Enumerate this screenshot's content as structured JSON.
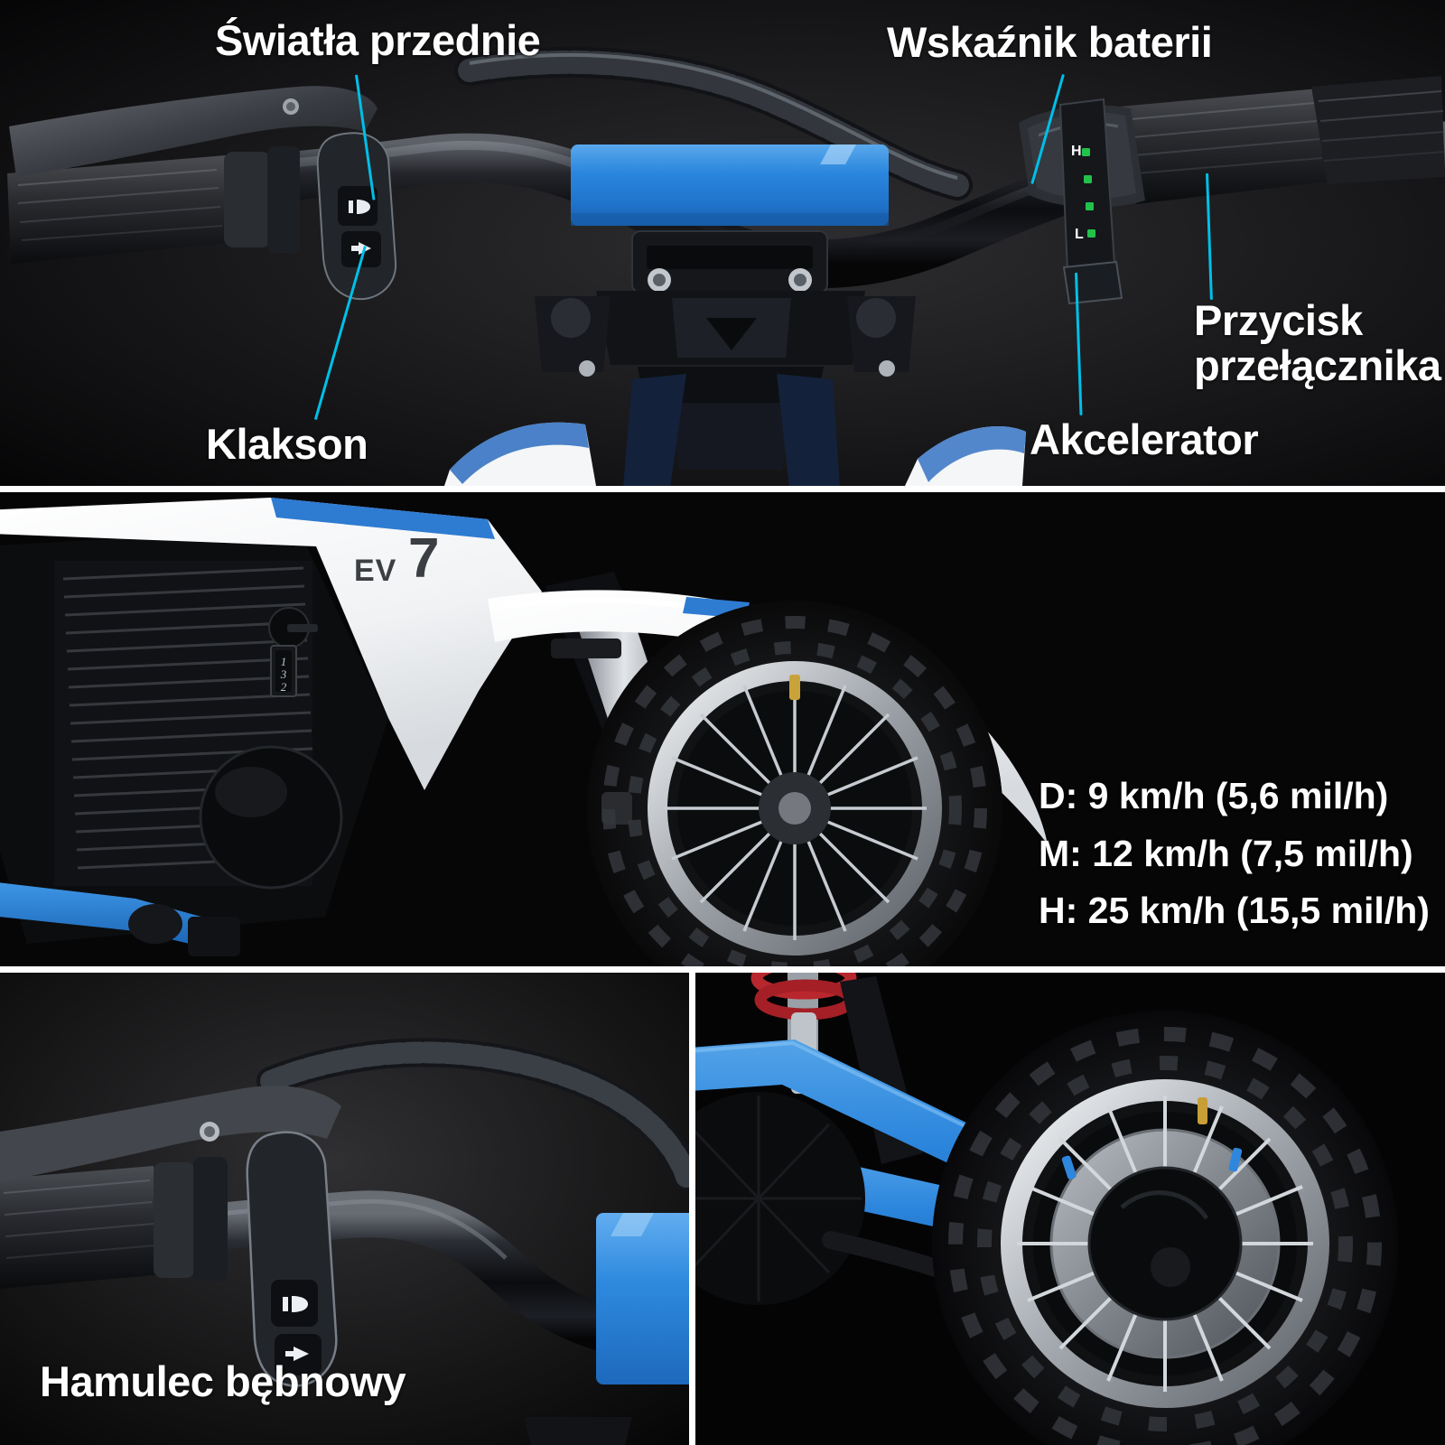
{
  "product": {
    "model_badge": "EV7"
  },
  "panels": {
    "top": {
      "name": "handlebar-controls",
      "callouts": [
        {
          "id": "lights",
          "label": "Światła przednie"
        },
        {
          "id": "horn",
          "label": "Klakson"
        },
        {
          "id": "battery",
          "label": "Wskaźnik baterii"
        },
        {
          "id": "accel",
          "label": "Akcelerator"
        },
        {
          "id": "switch",
          "label": "Przycisk przełącznika"
        }
      ],
      "battery_indicator": {
        "high_mark": "H",
        "low_mark": "L",
        "led_count": 4,
        "led_color": "#22c24a"
      },
      "switch_icons": [
        "headlight-icon",
        "horn-icon"
      ]
    },
    "middle": {
      "name": "speed-modes",
      "badge": "EV7",
      "frame_switch_marks": [
        "1",
        "3",
        "2"
      ],
      "magnifier": {
        "marks": [
          "1",
          "3",
          "2"
        ]
      },
      "speeds": [
        "D: 9 km/h (5,6 mil/h)",
        "M: 12 km/h (7,5 mil/h)",
        "H: 25 km/h (15,5 mil/h)"
      ]
    },
    "bottom_left": {
      "name": "drum-brake-handlebar",
      "label": "Hamulec bębnowy",
      "switch_icons": [
        "headlight-icon",
        "horn-icon"
      ]
    },
    "bottom_right": {
      "name": "rear-wheel-drum-brake",
      "label": ""
    }
  },
  "colors": {
    "leader_line": "#00bfe8",
    "accent_blue": "#1f7fd4",
    "bright_blue": "#2f8fe0",
    "background_dark": "#0b0b0b",
    "text": "#ffffff",
    "led_green": "#22c24a",
    "spring_red": "#c0252b"
  }
}
